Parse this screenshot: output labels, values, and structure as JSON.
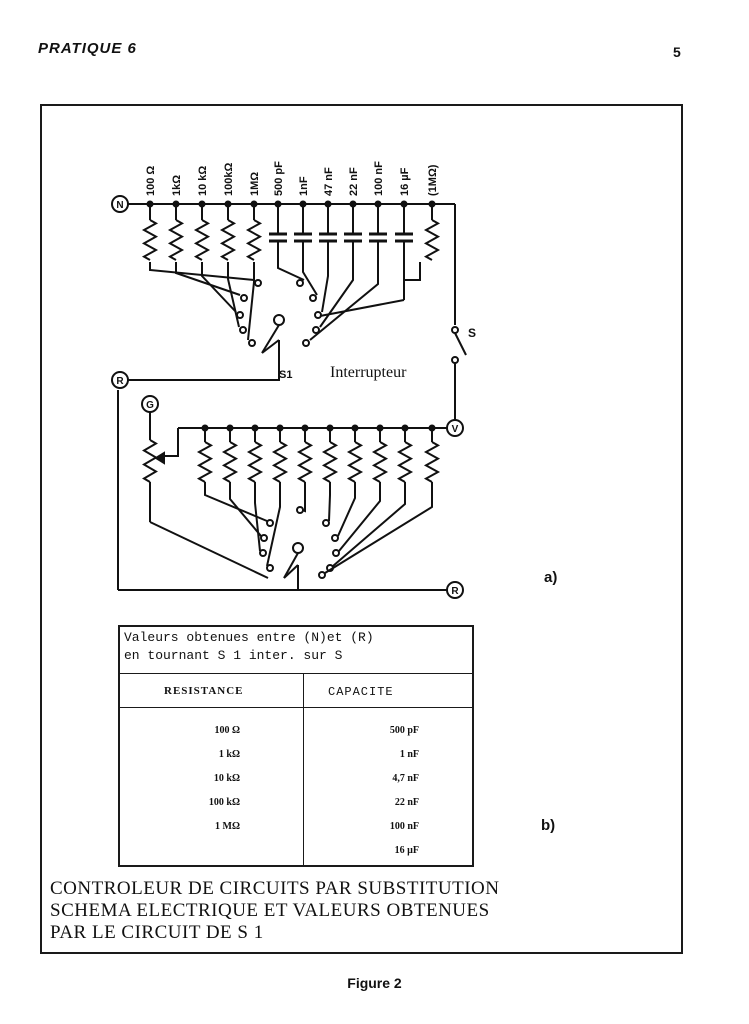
{
  "header": {
    "left": "PRATIQUE 6",
    "page_number": "5"
  },
  "schematic": {
    "component_labels": [
      "100 Ω",
      "1kΩ",
      "10 kΩ",
      "100kΩ",
      "1MΩ",
      "500 pF",
      "1nF",
      "47 nF",
      "22 nF",
      "100 nF",
      "16 µF",
      "(1MΩ)"
    ],
    "terminal_n": "N",
    "terminal_r": "R",
    "terminal_g": "G",
    "terminal_v": "V",
    "switch_s1": "S1",
    "switch_s": "S",
    "interrupteur": "Interrupteur",
    "part_a": "a)"
  },
  "table": {
    "caption_line1": "Valeurs obtenues entre (N)et (R)",
    "caption_line2": "en tournant S 1 inter. sur S",
    "col_resistance": "RESISTANCE",
    "col_capacite": "CAPACITE",
    "resistance_values": [
      "100 Ω",
      "1 kΩ",
      "10 kΩ",
      "100 kΩ",
      "1 MΩ"
    ],
    "capacite_values": [
      "500 pF",
      "1 nF",
      "4,7 nF",
      "22 nF",
      "100 nF",
      "16 µF"
    ]
  },
  "part_b": "b)",
  "caption": [
    "CONTROLEUR DE CIRCUITS PAR SUBSTITUTION",
    "SCHEMA ELECTRIQUE ET VALEURS OBTENUES",
    "PAR LE CIRCUIT DE S 1"
  ],
  "figure_label": "Figure 2"
}
